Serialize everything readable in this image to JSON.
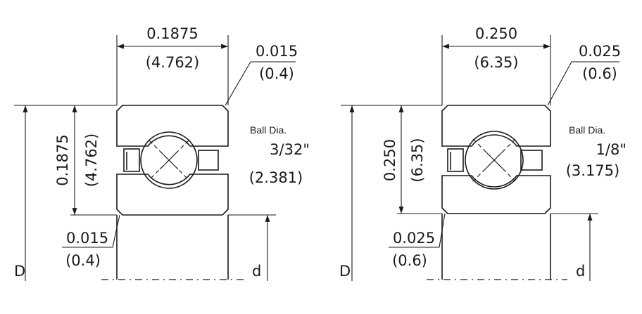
{
  "left": {
    "width_in": "0.1875",
    "width_mm": "(4.762)",
    "chamfer_top_in": "0.015",
    "chamfer_top_mm": "(0.4)",
    "height_in": "0.1875",
    "height_mm": "(4.762)",
    "ball_label": "Ball Dia.",
    "ball_in": "3/32\"",
    "ball_mm": "(2.381)",
    "chamfer_bot_in": "0.015",
    "chamfer_bot_mm": "(0.4)",
    "D_label": "D",
    "d_label": "d"
  },
  "right": {
    "width_in": "0.250",
    "width_mm": "(6.35)",
    "chamfer_top_in": "0.025",
    "chamfer_top_mm": "(0.6)",
    "height_in": "0.250",
    "height_mm": "(6.35)",
    "ball_label": "Ball Dia.",
    "ball_in": "1/8\"",
    "ball_mm": "(3.175)",
    "chamfer_bot_in": "0.025",
    "chamfer_bot_mm": "(0.6)",
    "D_label": "D",
    "d_label": "d"
  }
}
